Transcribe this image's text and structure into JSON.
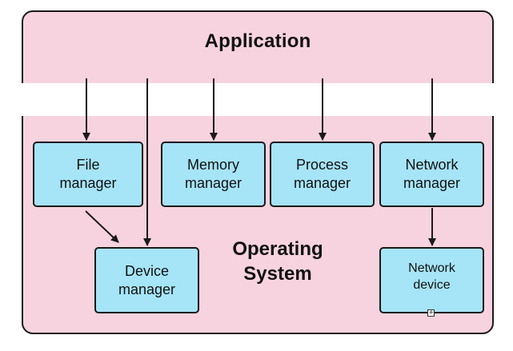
{
  "diagram": {
    "top_label": "Application",
    "center_label_line1": "Operating",
    "center_label_line2": "System",
    "boxes": {
      "file_manager": [
        "File",
        "manager"
      ],
      "memory_manager": [
        "Memory",
        "manager"
      ],
      "process_manager": [
        "Process",
        "manager"
      ],
      "network_manager": [
        "Network",
        "manager"
      ],
      "device_manager": [
        "Device",
        "manager"
      ],
      "network_device": [
        "Network",
        "device"
      ]
    },
    "edges": [
      {
        "from": "Application",
        "to": "File manager"
      },
      {
        "from": "Application",
        "to": "Device manager"
      },
      {
        "from": "Application",
        "to": "Memory manager"
      },
      {
        "from": "Application",
        "to": "Process manager"
      },
      {
        "from": "Application",
        "to": "Network manager"
      },
      {
        "from": "File manager",
        "to": "Device manager"
      },
      {
        "from": "Network manager",
        "to": "Network device"
      }
    ],
    "colors": {
      "region_fill": "#f7d3df",
      "box_fill": "#a6e4f7",
      "stroke": "#1a1a1a"
    }
  }
}
